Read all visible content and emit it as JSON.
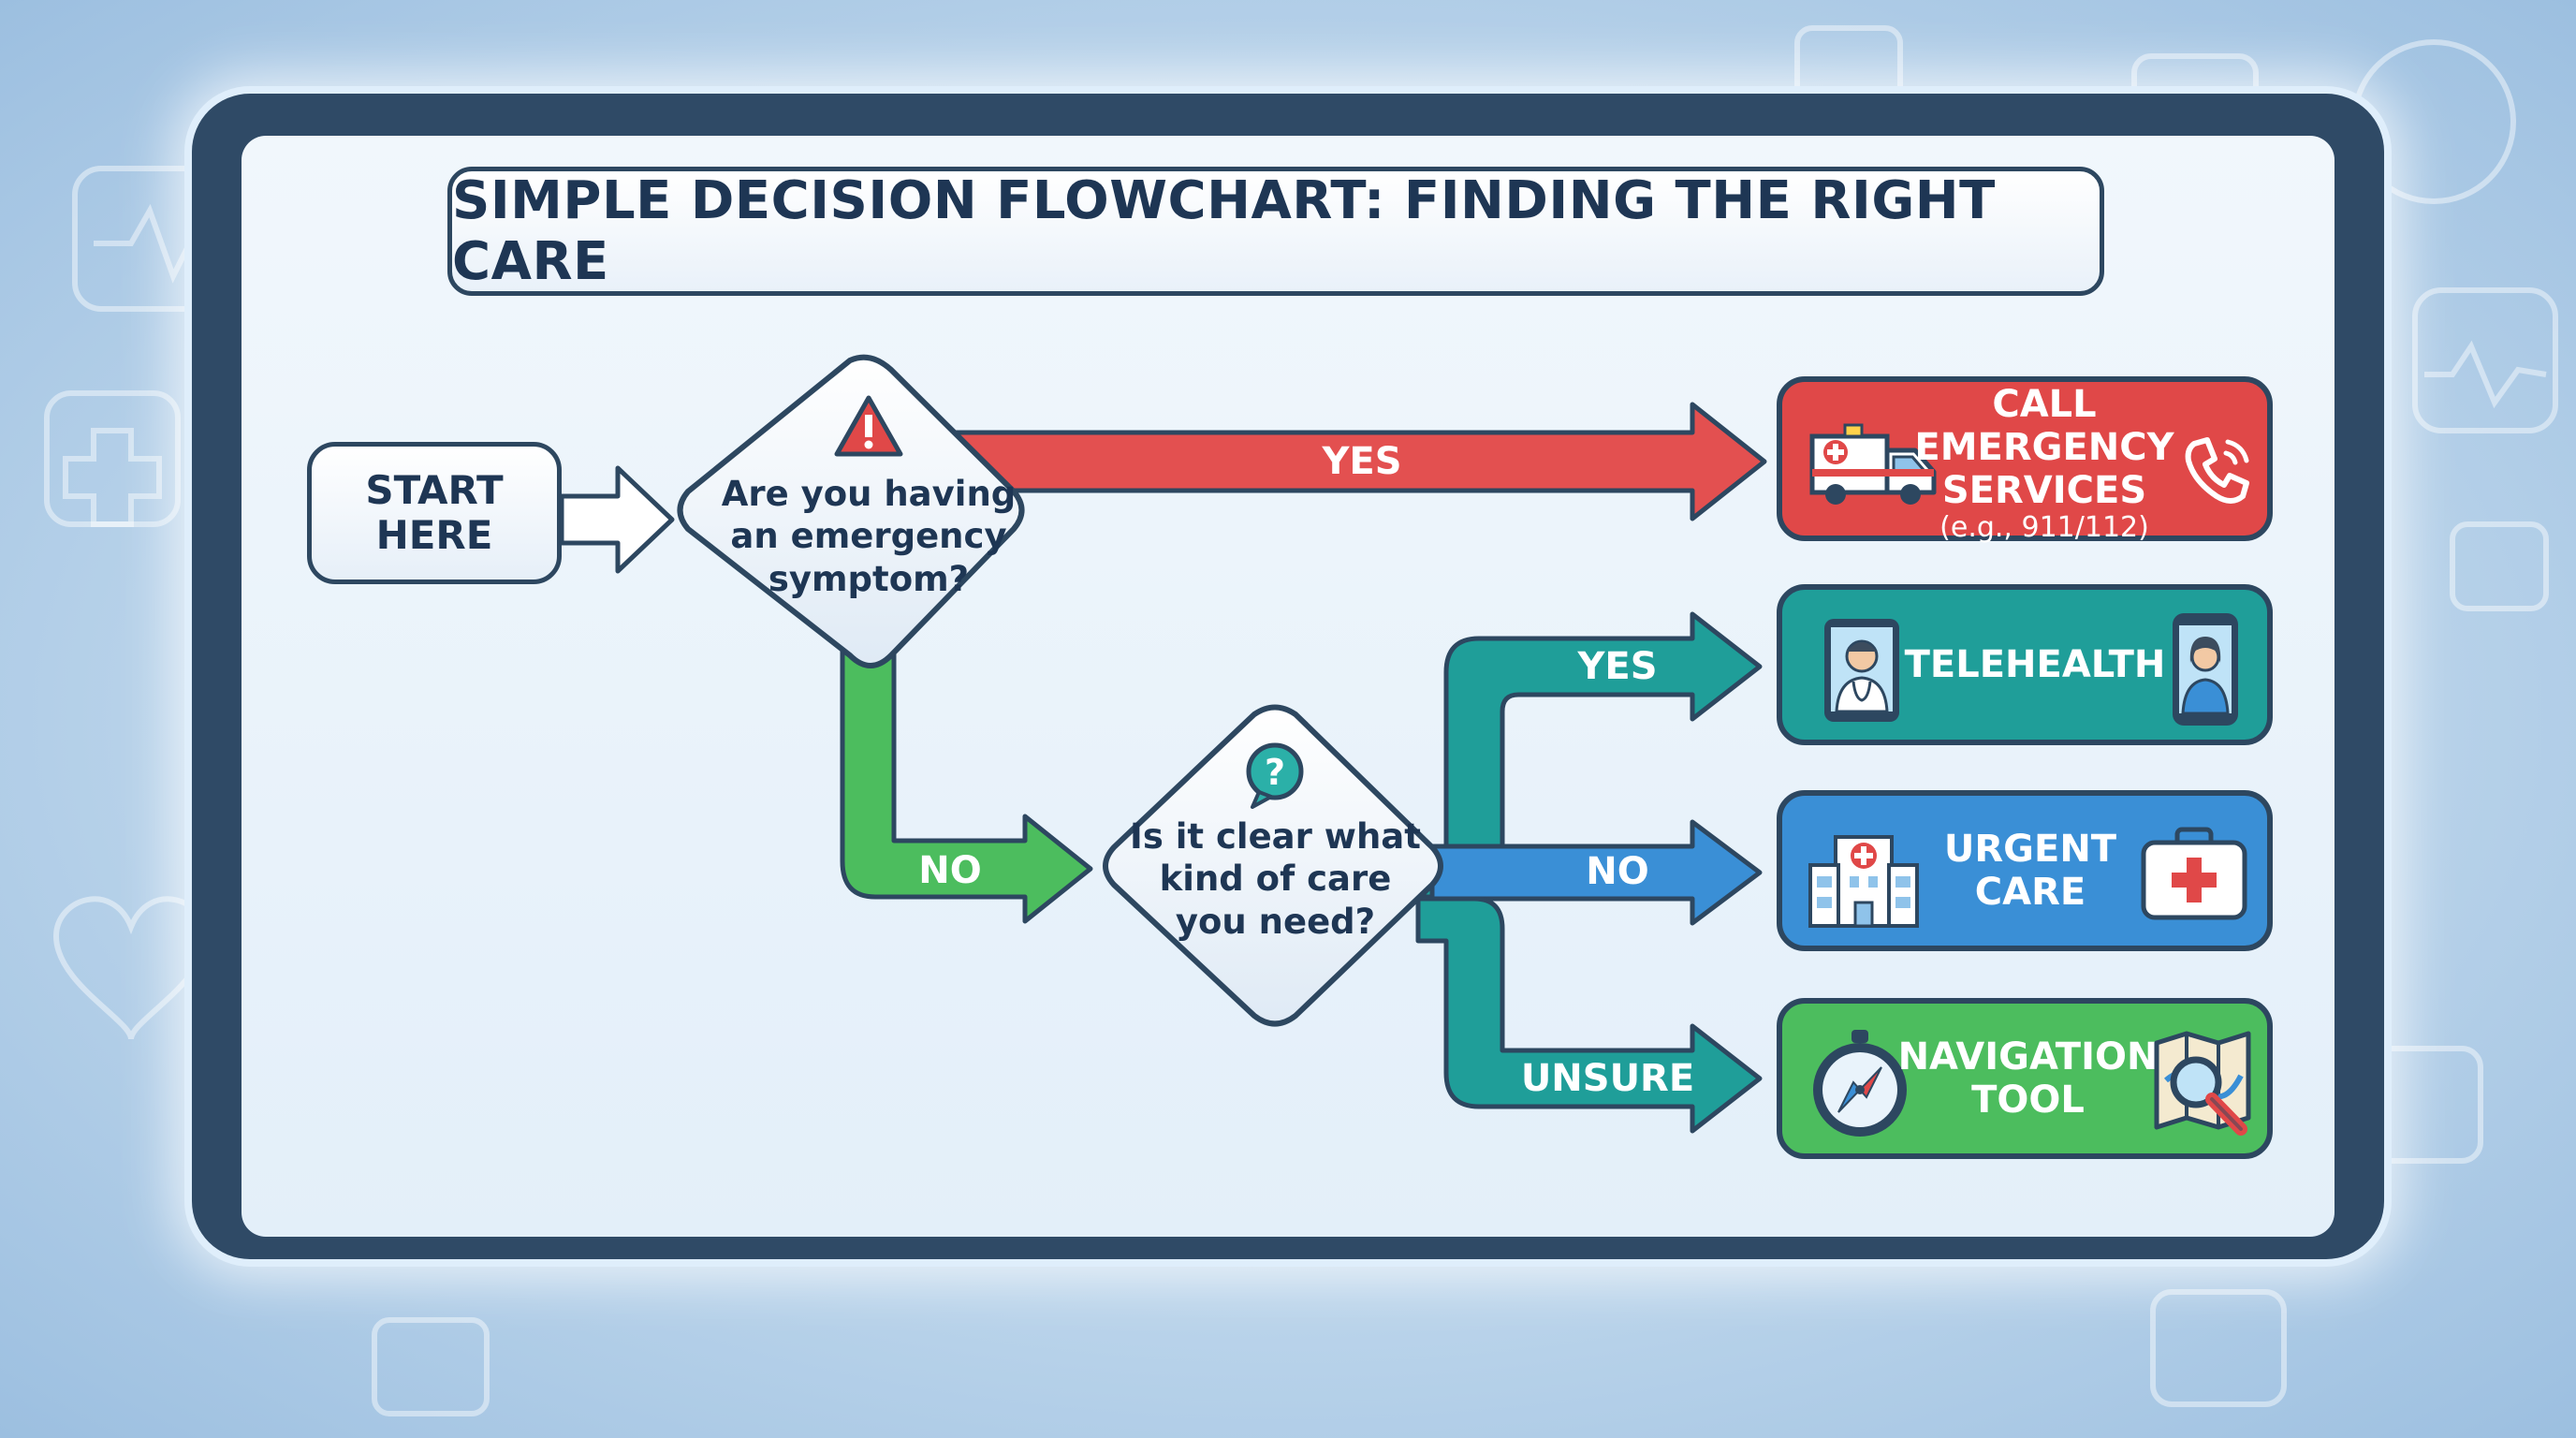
{
  "title": "SIMPLE DECISION FLOWCHART: FINDING THE RIGHT CARE",
  "start": {
    "line1": "START",
    "line2": "HERE"
  },
  "decision1": {
    "icon": "warning-icon",
    "line1": "Are you having",
    "line2": "an emergency",
    "line3": "symptom?"
  },
  "decision2": {
    "icon": "question-bubble-icon",
    "line1": "Is it clear what",
    "line2": "kind of care",
    "line3": "you need?"
  },
  "arrows": {
    "d1_yes": "YES",
    "d1_no": "NO",
    "d2_yes": "YES",
    "d2_no": "NO",
    "d2_unsure": "UNSURE"
  },
  "outcomes": {
    "emergency": {
      "line1": "CALL EMERGENCY",
      "line2": "SERVICES",
      "line3": "(e.g., 911/112)",
      "color": "#e04848",
      "icons": [
        "ambulance-icon",
        "phone-icon"
      ]
    },
    "telehealth": {
      "label": "TELEHEALTH",
      "color": "#1f9e99",
      "icons": [
        "doctor-tablet-icon",
        "patient-phone-icon"
      ]
    },
    "urgent": {
      "line1": "URGENT",
      "line2": "CARE",
      "color": "#3a8fd6",
      "icons": [
        "hospital-icon",
        "first-aid-kit-icon"
      ]
    },
    "navigation": {
      "line1": "NAVIGATION",
      "line2": "TOOL",
      "color": "#4cbd5e",
      "icons": [
        "compass-icon",
        "map-search-icon"
      ]
    }
  },
  "colors": {
    "red": "#e04848",
    "teal": "#1f9e99",
    "blue": "#3a8fd6",
    "green": "#4cbd5e",
    "outline": "#2d4760"
  }
}
